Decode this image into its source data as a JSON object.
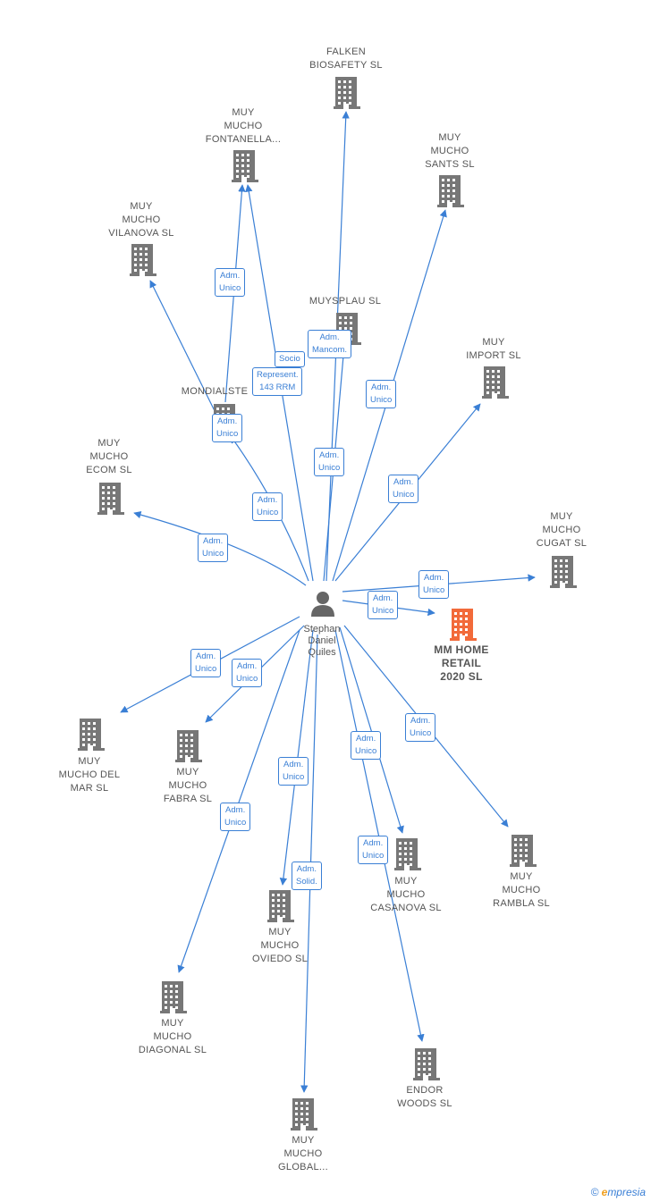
{
  "center": {
    "label": "Stephan\nDaniel\nQuiles"
  },
  "nodes": [
    {
      "id": "falken",
      "label": "FALKEN\nBIOSAFETY  SL",
      "color": "#777777"
    },
    {
      "id": "fontanella",
      "label": "MUY\nMUCHO\nFONTANELLA...",
      "color": "#777777"
    },
    {
      "id": "sants",
      "label": "MUY\nMUCHO\nSANTS  SL",
      "color": "#777777"
    },
    {
      "id": "vilanova",
      "label": "MUY\nMUCHO\nVILANOVA SL",
      "color": "#777777"
    },
    {
      "id": "muysplau",
      "label": "MUYSPLAU  SL",
      "color": "#777777"
    },
    {
      "id": "import",
      "label": "MUY\nIMPORT SL",
      "color": "#777777"
    },
    {
      "id": "mondialste",
      "label": "MONDIALSTE",
      "color": "#777777"
    },
    {
      "id": "ecom",
      "label": "MUY\nMUCHO\nECOM  SL",
      "color": "#777777"
    },
    {
      "id": "cugat",
      "label": "MUY\nMUCHO\nCUGAT  SL",
      "color": "#777777"
    },
    {
      "id": "mmhome",
      "label": "MM HOME\nRETAIL\n2020  SL",
      "color": "#f26a3a"
    },
    {
      "id": "delmar",
      "label": "MUY\nMUCHO DEL\nMAR  SL",
      "color": "#777777"
    },
    {
      "id": "fabra",
      "label": "MUY\nMUCHO\nFABRA  SL",
      "color": "#777777"
    },
    {
      "id": "rambla",
      "label": "MUY\nMUCHO\nRAMBLA  SL",
      "color": "#777777"
    },
    {
      "id": "casanova",
      "label": "MUY\nMUCHO\nCASANOVA  SL",
      "color": "#777777"
    },
    {
      "id": "oviedo",
      "label": "MUY\nMUCHO\nOVIEDO  SL",
      "color": "#777777"
    },
    {
      "id": "diagonal",
      "label": "MUY\nMUCHO\nDIAGONAL SL",
      "color": "#777777"
    },
    {
      "id": "endor",
      "label": "ENDOR\nWOODS  SL",
      "color": "#777777"
    },
    {
      "id": "global",
      "label": "MUY\nMUCHO\nGLOBAL...",
      "color": "#777777"
    }
  ],
  "edge_labels": [
    {
      "id": "e1",
      "text": "Adm.\nUnico"
    },
    {
      "id": "e2",
      "text": "Socio"
    },
    {
      "id": "e3",
      "text": "Adm.\nMancom."
    },
    {
      "id": "e4",
      "text": "Represent.\n143 RRM"
    },
    {
      "id": "e5",
      "text": "Adm.\nUnico"
    },
    {
      "id": "e6",
      "text": "Adm.\nUnico"
    },
    {
      "id": "e7",
      "text": "Adm.\nUnico"
    },
    {
      "id": "e8",
      "text": "Adm.\nUnico"
    },
    {
      "id": "e9",
      "text": "Adm.\nUnico"
    },
    {
      "id": "e10",
      "text": "Adm.\nUnico"
    },
    {
      "id": "e11",
      "text": "Adm.\nUnico"
    },
    {
      "id": "e12",
      "text": "Adm.\nUnico"
    },
    {
      "id": "e13",
      "text": "Adm.\nUnico"
    },
    {
      "id": "e14",
      "text": "Adm.\nUnico"
    },
    {
      "id": "e15",
      "text": "Adm.\nUnico"
    },
    {
      "id": "e16",
      "text": "Adm.\nUnico"
    },
    {
      "id": "e17",
      "text": "Adm.\nUnico"
    },
    {
      "id": "e18",
      "text": "Adm.\nUnico"
    },
    {
      "id": "e19",
      "text": "Adm.\nUnico"
    },
    {
      "id": "e20",
      "text": "Adm.\nSolid."
    }
  ],
  "footer": {
    "copyright": "©",
    "brand_e": "e",
    "brand_rest": "mpresia"
  },
  "colors": {
    "edge": "#3a7fd5",
    "building": "#777777",
    "highlight": "#f26a3a"
  }
}
